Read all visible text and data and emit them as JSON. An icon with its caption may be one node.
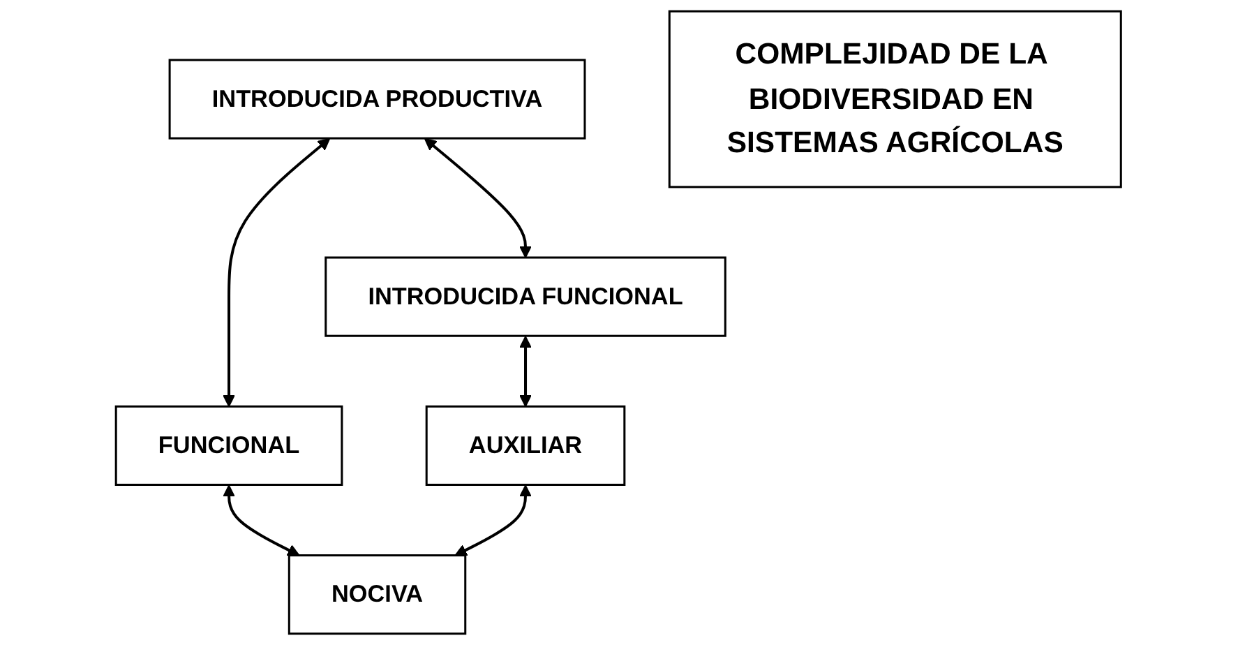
{
  "diagram": {
    "nodes": [
      {
        "text": [
          "INTRODUCIDA PRODUCTIVA"
        ]
      },
      {
        "text": [
          "INTRODUCIDA FUNCIONAL"
        ]
      },
      {
        "text": [
          "FUNCIONAL"
        ]
      },
      {
        "text": [
          "COMPLEJIDAD DE LA BIODIVERSIDAD EN SISTEMAS AGRÍCOLAS"
        ]
      },
      {
        "text": [
          "AUXILIAR"
        ]
      },
      {
        "text": [
          "NOCIVA"
        ]
      }
    ],
    "edges": [
      {
        "from": 0,
        "to": 1,
        "arrow": "both"
      },
      {
        "from": 0,
        "to": 2,
        "arrow": "both"
      },
      {
        "from": 1,
        "to": 4,
        "arrow": "both"
      },
      {
        "from": 2,
        "to": 5,
        "arrow": "both"
      },
      {
        "from": 4,
        "to": 5,
        "arrow": "both"
      }
    ]
  }
}
